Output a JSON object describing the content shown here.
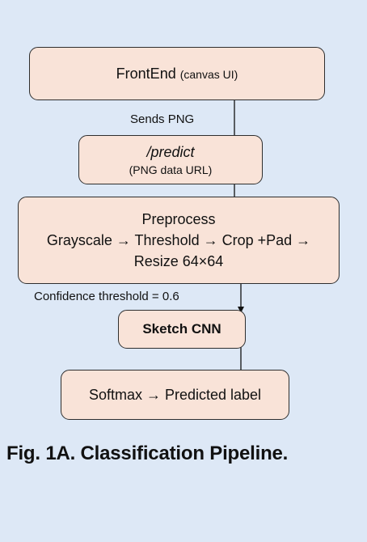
{
  "nodes": {
    "frontend": {
      "title": "FrontEnd",
      "sub": "(canvas UI)"
    },
    "predict": {
      "title": "/predict",
      "sub": "(PNG data URL)"
    },
    "preprocess": {
      "title": "Preprocess",
      "line1": "Grayscale → Threshold → Crop +Pad →",
      "line2": "Resize 64×64"
    },
    "cnn": {
      "title": "Sketch CNN"
    },
    "softmax": {
      "title": "Softmax → Predicted label"
    }
  },
  "edge_labels": {
    "sends_png": "Sends PNG",
    "confidence": "Confidence threshold = 0.6"
  },
  "caption": "Fig. 1A. Classification Pipeline."
}
